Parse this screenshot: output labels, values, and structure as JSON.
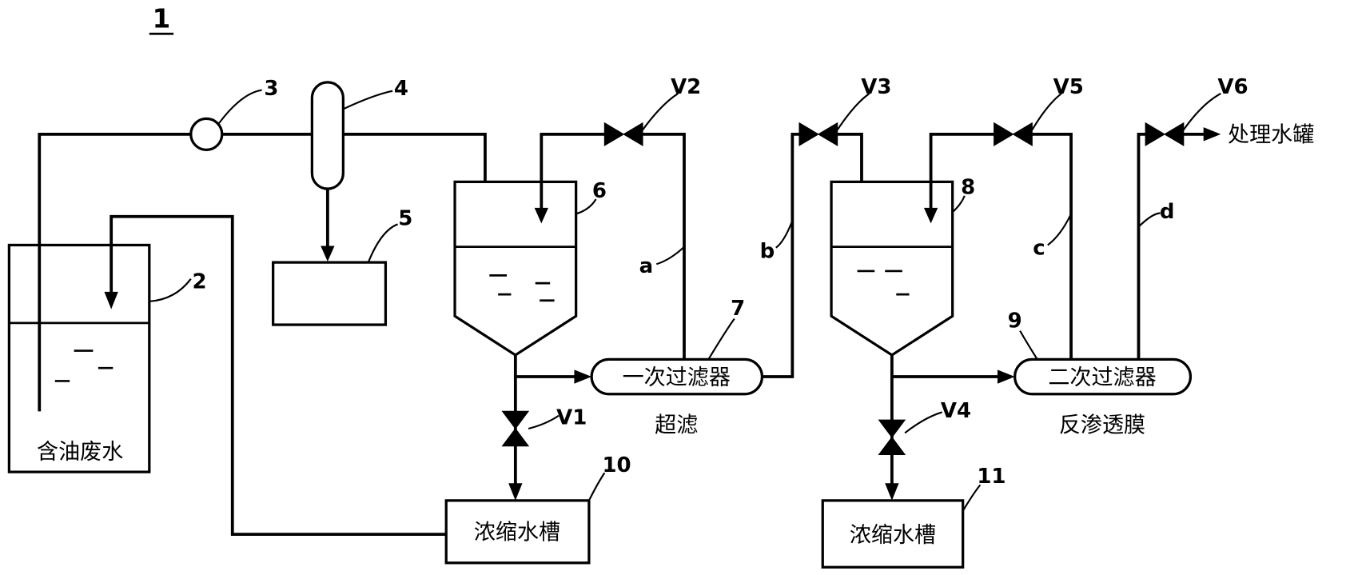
{
  "figure_label": "1",
  "waste_tank": {
    "ref": "2",
    "label": "含油废水"
  },
  "pump": {
    "ref": "3"
  },
  "separator": {
    "ref": "4"
  },
  "collector": {
    "ref": "5"
  },
  "first_tank": {
    "ref": "6"
  },
  "primary_filter": {
    "ref": "7",
    "label": "一次过滤器",
    "type_label": "超滤"
  },
  "second_tank": {
    "ref": "8"
  },
  "secondary_filter": {
    "ref": "9",
    "label": "二次过滤器",
    "type_label": "反渗透膜"
  },
  "concentrate_tank_1": {
    "ref": "10",
    "label": "浓缩水槽"
  },
  "concentrate_tank_2": {
    "ref": "11",
    "label": "浓缩水槽"
  },
  "valves": {
    "v1": "V1",
    "v2": "V2",
    "v3": "V3",
    "v4": "V4",
    "v5": "V5",
    "v6": "V6"
  },
  "lines": {
    "a": "a",
    "b": "b",
    "c": "c",
    "d": "d"
  },
  "outlet": {
    "label": "处理水罐"
  }
}
